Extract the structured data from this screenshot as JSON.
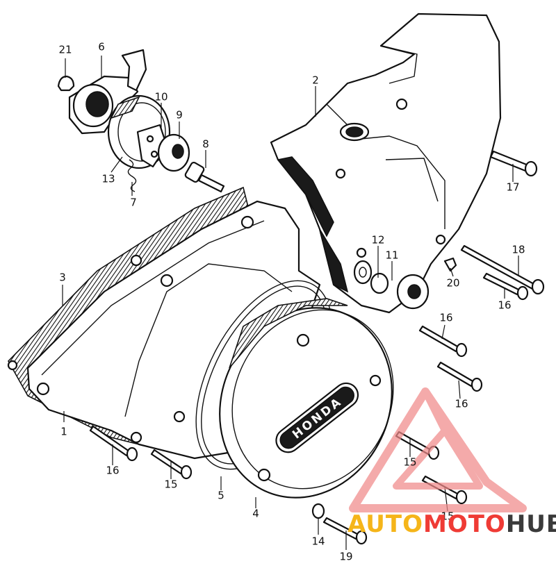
{
  "callouts": [
    {
      "id": "21",
      "label": "21"
    },
    {
      "id": "6",
      "label": "6"
    },
    {
      "id": "10",
      "label": "10"
    },
    {
      "id": "9",
      "label": "9"
    },
    {
      "id": "8",
      "label": "8"
    },
    {
      "id": "13",
      "label": "13"
    },
    {
      "id": "7",
      "label": "7"
    },
    {
      "id": "2",
      "label": "2"
    },
    {
      "id": "17",
      "label": "17"
    },
    {
      "id": "3",
      "label": "3"
    },
    {
      "id": "12",
      "label": "12"
    },
    {
      "id": "11",
      "label": "11"
    },
    {
      "id": "18",
      "label": "18"
    },
    {
      "id": "20",
      "label": "20"
    },
    {
      "id": "16a",
      "label": "16"
    },
    {
      "id": "16b",
      "label": "16"
    },
    {
      "id": "16c",
      "label": "16"
    },
    {
      "id": "16d",
      "label": "16"
    },
    {
      "id": "1",
      "label": "1"
    },
    {
      "id": "15a",
      "label": "15"
    },
    {
      "id": "15b",
      "label": "15"
    },
    {
      "id": "15c",
      "label": "15"
    },
    {
      "id": "5",
      "label": "5"
    },
    {
      "id": "4",
      "label": "4"
    },
    {
      "id": "14",
      "label": "14"
    },
    {
      "id": "19",
      "label": "19"
    }
  ],
  "emblem_text": "HONDA",
  "watermark": {
    "auto": "AUTO",
    "moto": "MOTO",
    "hub": "HUB",
    "colors": {
      "auto": "#f5b51a",
      "moto": "#ef3b35",
      "hub": "#3a3a3a",
      "triangle": "#f08a8a"
    }
  }
}
